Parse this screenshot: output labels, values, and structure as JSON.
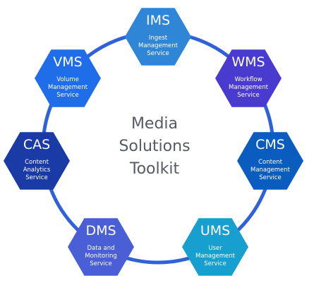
{
  "center_label": [
    "Media",
    "Solutions",
    "Toolkit"
  ],
  "ring_color": "#2e62d8",
  "text_color": "#ffffff",
  "center_text_color": "#555b63",
  "modules": [
    {
      "abbr": "IMS",
      "name_lines": [
        "Ingest",
        "Management",
        "Service"
      ],
      "color": "#2f86d6",
      "icon": "hexagon"
    },
    {
      "abbr": "WMS",
      "name_lines": [
        "Workflow",
        "Management",
        "Service"
      ],
      "color": "#4a3bd0",
      "icon": "hexagon"
    },
    {
      "abbr": "CMS",
      "name_lines": [
        "Content",
        "Management",
        "Service"
      ],
      "color": "#0a5cbf",
      "icon": "hexagon"
    },
    {
      "abbr": "UMS",
      "name_lines": [
        "User",
        "Management",
        "Service"
      ],
      "color": "#179fcf",
      "icon": "hexagon"
    },
    {
      "abbr": "DMS",
      "name_lines": [
        "Data and",
        "Monitoring",
        "Service"
      ],
      "color": "#4a5fd6",
      "icon": "hexagon"
    },
    {
      "abbr": "CAS",
      "name_lines": [
        "Content",
        "Analytics",
        "Service"
      ],
      "color": "#1a3ba6",
      "icon": "hexagon"
    },
    {
      "abbr": "VMS",
      "name_lines": [
        "Volume",
        "Management",
        "Service"
      ],
      "color": "#1f6de8",
      "icon": "hexagon"
    }
  ]
}
